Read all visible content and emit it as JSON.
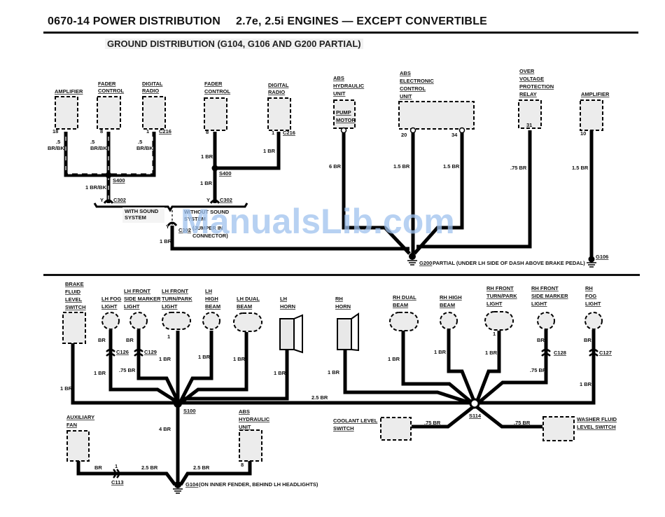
{
  "header": {
    "title": "0670-14 POWER DISTRIBUTION",
    "subtitle": "2.7e, 2.5i ENGINES — EXCEPT CONVERTIBLE",
    "section": "GROUND DISTRIBUTION (G104, G106 AND G200 PARTIAL)"
  },
  "watermark": "ManualsLib.com",
  "upper": {
    "amplifier1": {
      "label": [
        "AMPLIFIER"
      ],
      "pin": "18",
      "wire": [
        ".5",
        "BR/BK"
      ]
    },
    "fader1": {
      "label": [
        "FADER",
        "CONTROL"
      ],
      "pin": "8",
      "wire": [
        ".5",
        "BR/BK"
      ]
    },
    "radio1": {
      "label": [
        "DIGITAL",
        "RADIO"
      ],
      "pin": "1",
      "connector": "C216",
      "wire": [
        ".5",
        "BR/BK"
      ]
    },
    "splice_s400_a": "S400",
    "wire_s400_a": "1 BR/BK",
    "c302_a": {
      "pin": "Y",
      "connector": "C302"
    },
    "fader2": {
      "label": [
        "FADER",
        "CONTROL"
      ],
      "pin": "8",
      "wire": "1 BR"
    },
    "radio2": {
      "label": [
        "DIGITAL",
        "RADIO"
      ],
      "pin": "1",
      "connector": "C216",
      "wire": "1 BR"
    },
    "splice_s400_b": "S400",
    "wire_s400_b": "1 BR",
    "c302_b": {
      "pin": "Y",
      "connector": "C302"
    },
    "with_sound": [
      "WITH SOUND",
      "SYSTEM"
    ],
    "without_sound": [
      "WITHOUT SOUND",
      "SYSTEM",
      "(JUMPER IN",
      "CONNECTOR)"
    ],
    "c302_c": {
      "pin": "Y",
      "connector": "C302",
      "wire": "1 BR"
    },
    "abs_hyd": {
      "label": [
        "ABS",
        "HYDRAULIC",
        "UNIT"
      ],
      "inner": [
        "PUMP",
        "MOTOR"
      ],
      "wire": "6 BR"
    },
    "abs_ecu": {
      "label": [
        "ABS",
        "ELECTRONIC",
        "CONTROL",
        "UNIT"
      ],
      "pins": [
        "20",
        "34"
      ],
      "wires": [
        "1.5 BR",
        "1.5 BR"
      ]
    },
    "ovp_relay": {
      "label": [
        "OVER",
        "VOLTAGE",
        "PROTECTION",
        "RELAY"
      ],
      "pin": "31",
      "wire": ".75 BR"
    },
    "amplifier2": {
      "label": [
        "AMPLIFIER"
      ],
      "pin": "10",
      "wire": "1.5 BR"
    },
    "g200": {
      "id": "G200",
      "desc": "PARTIAL (UNDER LH SIDE OF DASH ABOVE BRAKE PEDAL)"
    },
    "g106": {
      "id": "G106"
    }
  },
  "lower": {
    "brake_fluid": {
      "label": [
        "BRAKE",
        "FLUID",
        "LEVEL",
        "SWITCH"
      ],
      "wire": "1 BR"
    },
    "lh_fog": {
      "label": [
        "LH FOG",
        "LIGHT"
      ],
      "wire_top": "BR",
      "connector": "C126",
      "wire_bottom": "1 BR"
    },
    "lh_side_marker": {
      "label": [
        "LH FRONT",
        "SIDE MARKER",
        "LIGHT"
      ],
      "wire_top": "BR",
      "connector": "C129",
      "wire_bottom": ".75 BR"
    },
    "lh_turn_park": {
      "label": [
        "LH FRONT",
        "TURN/PARK",
        "LIGHT"
      ],
      "pin": "1",
      "wire": "1 BR"
    },
    "lh_high_beam": {
      "label": [
        "LH",
        "HIGH",
        "BEAM"
      ],
      "wire": "1 BR"
    },
    "lh_dual_beam": {
      "label": [
        "LH DUAL",
        "BEAM"
      ],
      "wire": "1 BR"
    },
    "lh_horn": {
      "label": [
        "LH",
        "HORN"
      ],
      "wire": "1 BR"
    },
    "splice_s100": "S100",
    "wire_s100_s114": "2.5 BR",
    "wire_s100_g104": "4 BR",
    "rh_horn": {
      "label": [
        "RH",
        "HORN"
      ],
      "wire": "1 BR"
    },
    "rh_dual_beam": {
      "label": [
        "RH DUAL",
        "BEAM"
      ],
      "wire": "1 BR"
    },
    "rh_high_beam": {
      "label": [
        "RH HIGH",
        "BEAM"
      ],
      "wire": "1 BR"
    },
    "rh_turn_park": {
      "label": [
        "RH FRONT",
        "TURN/PARK",
        "LIGHT"
      ],
      "pin": "1",
      "wire": "1 BR"
    },
    "rh_side_marker": {
      "label": [
        "RH FRONT",
        "SIDE MARKER",
        "LIGHT"
      ],
      "wire_top": "BR",
      "connector": "C128",
      "wire_bottom": ".75 BR"
    },
    "rh_fog": {
      "label": [
        "RH",
        "FOG",
        "LIGHT"
      ],
      "wire_top": "BR",
      "connector": "C127",
      "wire_bottom": "1 BR"
    },
    "splice_s114": "S114",
    "coolant": {
      "label": [
        "COOLANT LEVEL",
        "SWITCH"
      ],
      "wire": ".75 BR"
    },
    "washer": {
      "label": [
        "WASHER FLUID",
        "LEVEL SWITCH"
      ],
      "wire": ".75 BR"
    },
    "aux_fan": {
      "label": [
        "AUXILIARY",
        "FAN"
      ],
      "wire": "BR",
      "connector": "C113",
      "pin": "1",
      "wire2": "2.5 BR"
    },
    "abs_hyd2": {
      "label": [
        "ABS",
        "HYDRAULIC",
        "UNIT"
      ],
      "pin": "8",
      "wire": "2.5 BR"
    },
    "g104": {
      "id": "G104",
      "desc": "(ON INNER FENDER, BEHIND LH HEADLIGHTS)"
    }
  }
}
